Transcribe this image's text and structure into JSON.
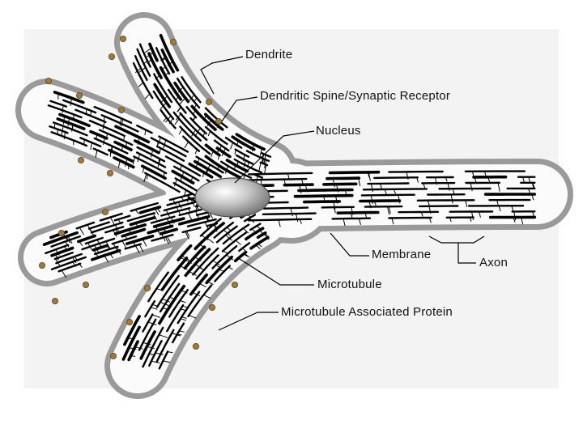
{
  "labels": {
    "dendrite": "Dendrite",
    "spine": "Dendritic Spine/Synaptic Receptor",
    "nucleus": "Nucleus",
    "membrane": "Membrane",
    "axon": "Axon",
    "microtubule": "Microtubule",
    "map": "Microtubule Associated Protein"
  },
  "colors": {
    "background": "#ffffff",
    "panel": "#f3f3f3",
    "membrane_fill": "#9a9a9a",
    "cytoplasm": "#fbfbfb",
    "microtubule": "#000000",
    "spine": "#a07a3c",
    "nucleus": "#b8b8b8"
  }
}
